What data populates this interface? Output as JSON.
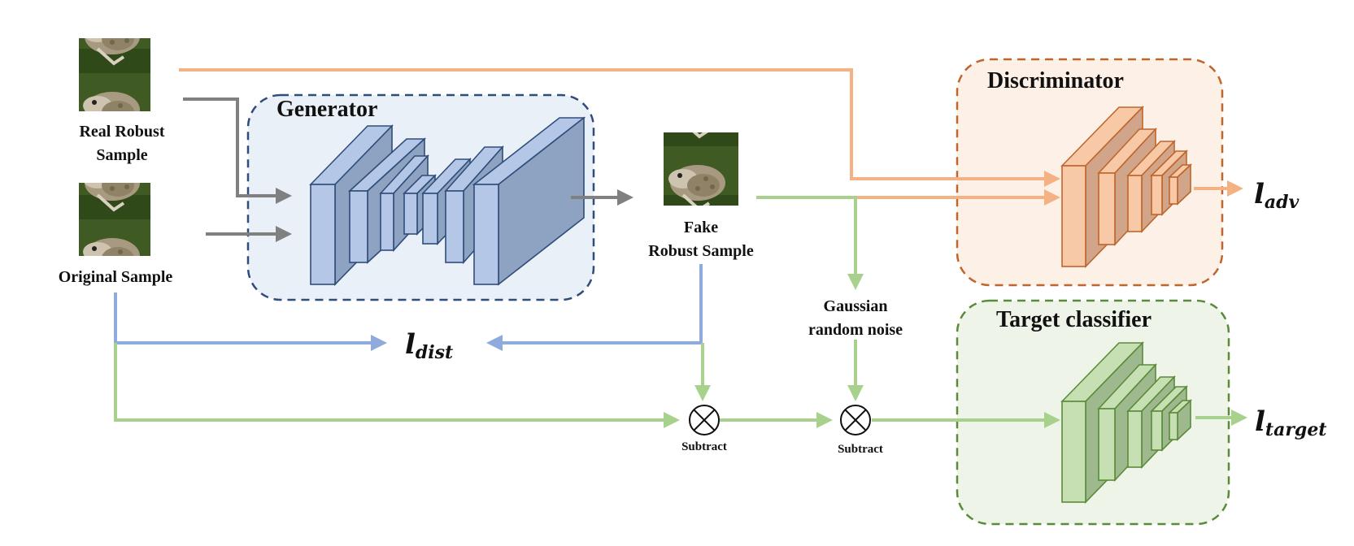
{
  "modules": {
    "generator": {
      "title": "Generator",
      "color_fill": "#eaf0f8",
      "color_border": "#2f4d7a",
      "block_front": "#b4c7e7",
      "block_side": "#8ea2c2",
      "block_stroke": "#2f4d7a"
    },
    "discriminator": {
      "title": "Discriminator",
      "color_fill": "#fdf0e7",
      "color_border": "#c0652b",
      "block_front": "#f8c9a7",
      "block_side": "#d1a58a",
      "block_stroke": "#c0652b"
    },
    "target_classifier": {
      "title": "Target classifier",
      "color_fill": "#eef5e8",
      "color_border": "#5a8a3a",
      "block_front": "#c6e0b4",
      "block_side": "#9fb98e",
      "block_stroke": "#5a8a3a"
    }
  },
  "samples": {
    "real_robust": {
      "line1": "Real Robust",
      "line2": "Sample"
    },
    "original": {
      "label": "Original Sample"
    },
    "fake_robust": {
      "line1": "Fake",
      "line2": "Robust Sample"
    }
  },
  "noise": {
    "line1": "Gaussian",
    "line2": "random noise"
  },
  "operators": [
    {
      "symbol": "⊗",
      "label": "Subtract"
    },
    {
      "symbol": "⊗",
      "label": "Subtract"
    }
  ],
  "losses": {
    "adv": {
      "base": "l",
      "sub": "adv"
    },
    "dist": {
      "base": "l",
      "sub": "dist"
    },
    "target": {
      "base": "l",
      "sub": "target"
    }
  },
  "arrow_colors": {
    "orange": "#f4b183",
    "gray": "#808080",
    "blue": "#8faadc",
    "green": "#a9d18e"
  },
  "image_icons": [
    "frog-image",
    "frog-image",
    "frog-image"
  ]
}
